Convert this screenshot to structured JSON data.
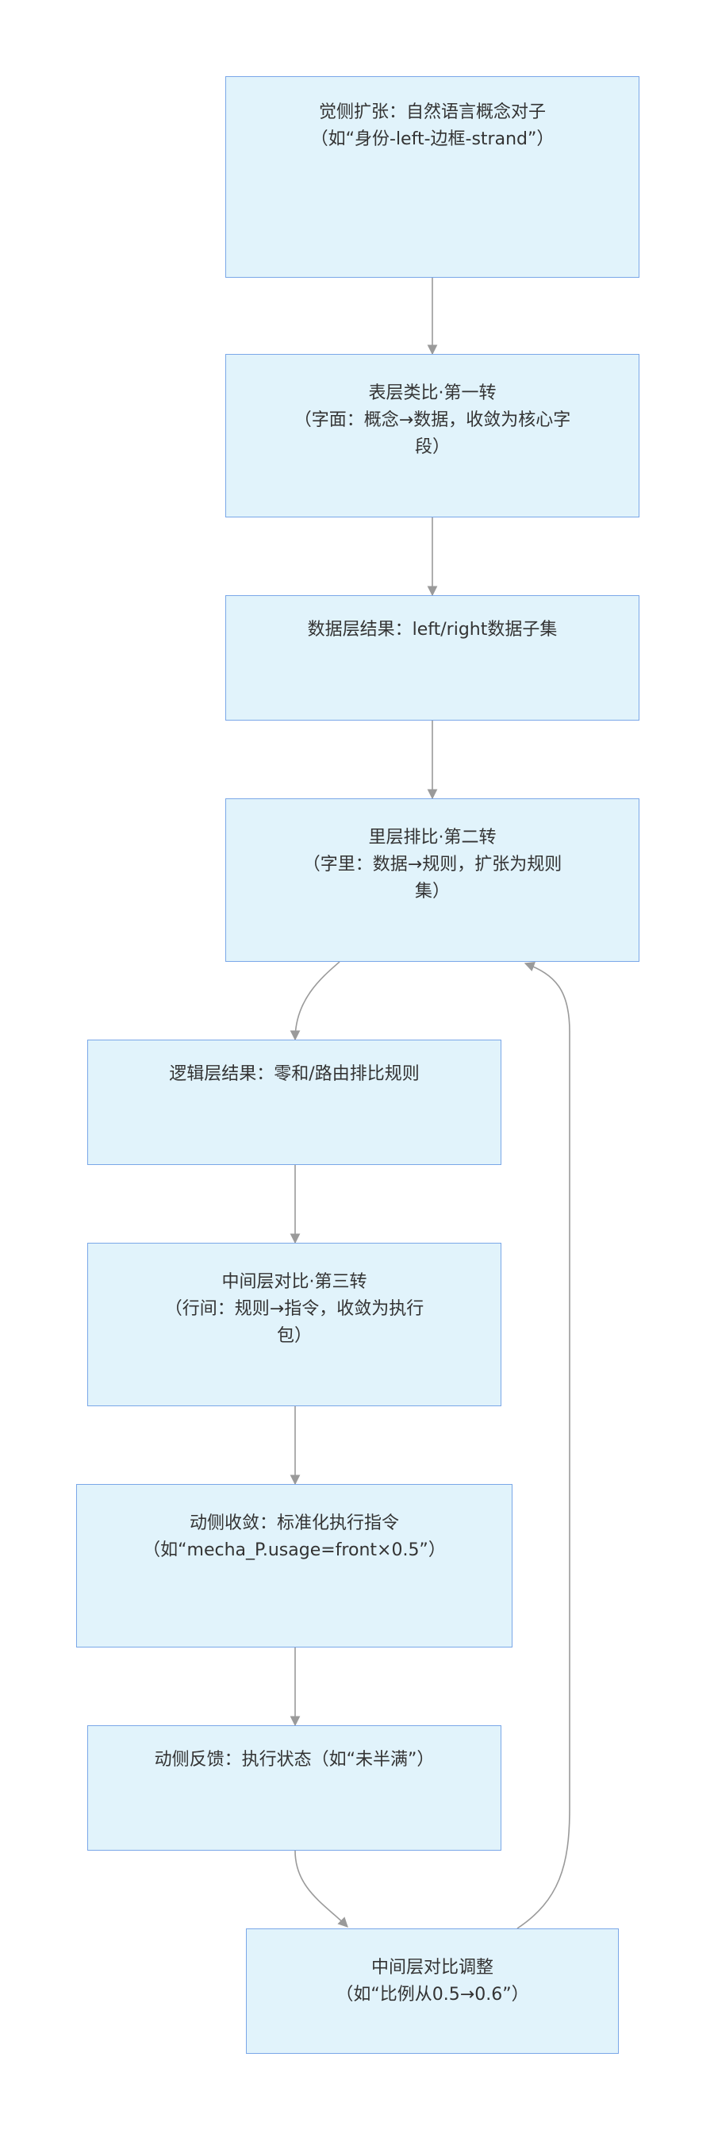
{
  "nodes": {
    "n1": {
      "lines": [
        "觉侧扩张：自然语言概念对子",
        "（如“身份-left-边框-strand”）"
      ]
    },
    "n2": {
      "lines": [
        "表层类比·第一转",
        "（字面：概念→数据，收敛为核心字",
        "段）"
      ]
    },
    "n3": {
      "lines": [
        "数据层结果：left/right数据子集"
      ]
    },
    "n4": {
      "lines": [
        "里层排比·第二转",
        "（字里：数据→规则，扩张为规则",
        "集）"
      ]
    },
    "n5": {
      "lines": [
        "逻辑层结果：零和/路由排比规则"
      ]
    },
    "n6": {
      "lines": [
        "中间层对比·第三转",
        "（行间：规则→指令，收敛为执行",
        "包）"
      ]
    },
    "n7": {
      "lines": [
        "动侧收敛：标准化执行指令",
        "（如“mecha_P.usage=front×0.5”）"
      ]
    },
    "n8": {
      "lines": [
        "动侧反馈：执行状态（如“未半满”）"
      ]
    },
    "n9": {
      "lines": [
        "中间层对比调整",
        "（如“比例从0.5→0.6”）"
      ]
    }
  },
  "colors": {
    "node_fill": "#e1f3fb",
    "node_border": "#7aa7e8",
    "edge": "#9a9a9a",
    "text": "#333333"
  }
}
